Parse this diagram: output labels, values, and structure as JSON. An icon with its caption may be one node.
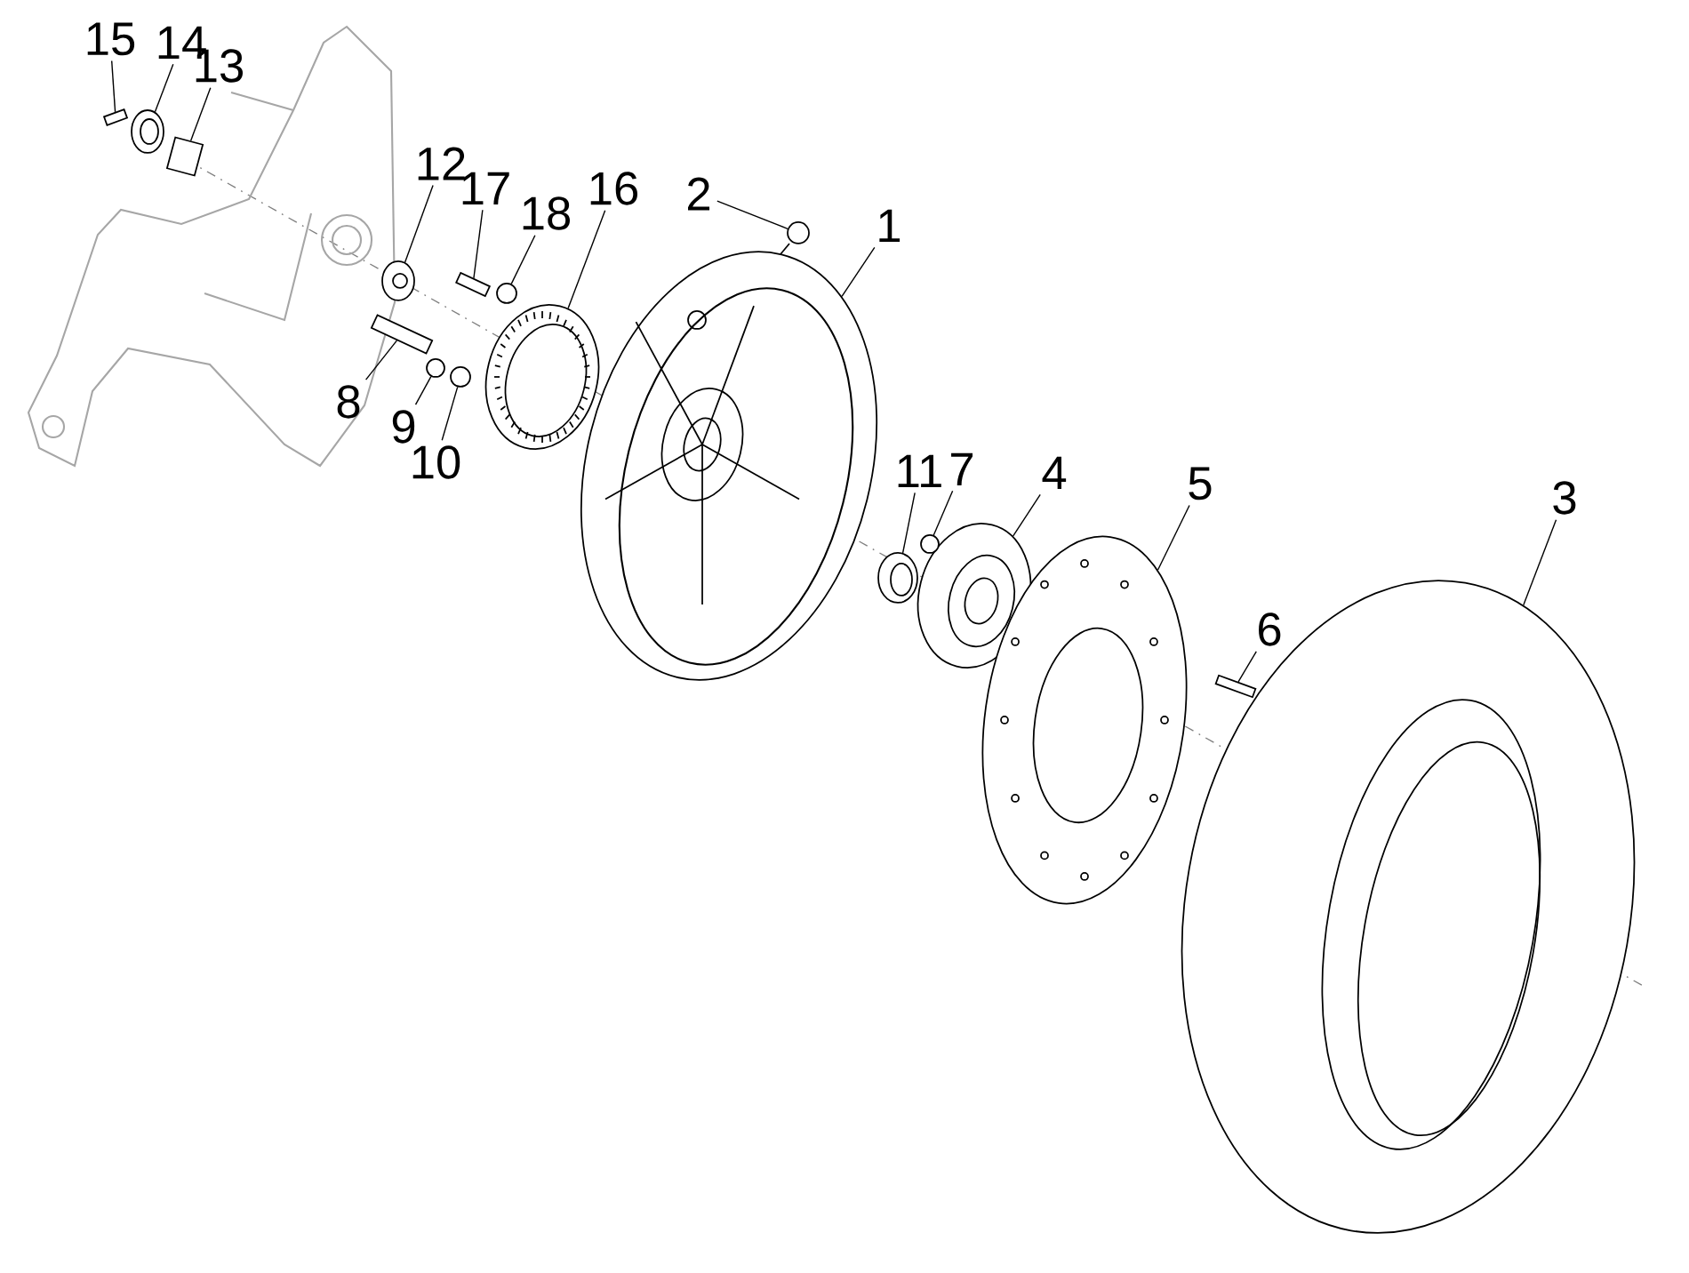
{
  "diagram": {
    "nodes": [
      {
        "text": [
          "1"
        ]
      },
      {
        "text": [
          "2"
        ]
      },
      {
        "text": [
          "3"
        ]
      },
      {
        "text": [
          "4"
        ]
      },
      {
        "text": [
          "5"
        ]
      },
      {
        "text": [
          "6"
        ]
      },
      {
        "text": [
          "7"
        ]
      },
      {
        "text": [
          "8"
        ]
      },
      {
        "text": [
          "9"
        ]
      },
      {
        "text": [
          "10"
        ]
      },
      {
        "text": [
          "11"
        ]
      },
      {
        "text": [
          "12"
        ]
      },
      {
        "text": [
          "13"
        ]
      },
      {
        "text": [
          "14"
        ]
      },
      {
        "text": [
          "15"
        ]
      },
      {
        "text": [
          "16"
        ]
      },
      {
        "text": [
          "17"
        ]
      },
      {
        "text": [
          "18"
        ]
      },
      {
        "text": [],
        "shape": "picture"
      },
      {
        "text": [],
        "shape": "circle"
      },
      {
        "text": [],
        "shape": "picture"
      },
      {
        "text": [],
        "shape": "picture"
      },
      {
        "text": [],
        "shape": "picture"
      },
      {
        "text": [],
        "shape": "box"
      },
      {
        "text": [],
        "shape": "circle"
      },
      {
        "text": [],
        "shape": "picture"
      },
      {
        "text": [],
        "shape": "circle"
      },
      {
        "text": [],
        "shape": "circle"
      },
      {
        "text": [],
        "shape": "picture"
      },
      {
        "text": [],
        "shape": "picture"
      },
      {
        "text": [],
        "shape": "picture"
      },
      {
        "text": [],
        "shape": "picture"
      },
      {
        "text": [],
        "shape": "box"
      },
      {
        "text": [],
        "shape": "picture"
      },
      {
        "text": [],
        "shape": "picture"
      },
      {
        "text": [],
        "shape": "circle"
      }
    ],
    "edges": [
      {
        "from": 0,
        "to": 18,
        "arrow": "none"
      },
      {
        "from": 1,
        "to": 19,
        "arrow": "none"
      },
      {
        "from": 2,
        "to": 20,
        "arrow": "none"
      },
      {
        "from": 3,
        "to": 21,
        "arrow": "none"
      },
      {
        "from": 4,
        "to": 22,
        "arrow": "none"
      },
      {
        "from": 5,
        "to": 23,
        "arrow": "none"
      },
      {
        "from": 6,
        "to": 24,
        "arrow": "none"
      },
      {
        "from": 7,
        "to": 25,
        "arrow": "none"
      },
      {
        "from": 8,
        "to": 26,
        "arrow": "none"
      },
      {
        "from": 9,
        "to": 27,
        "arrow": "none"
      },
      {
        "from": 10,
        "to": 28,
        "arrow": "none"
      },
      {
        "from": 11,
        "to": 29,
        "arrow": "none"
      },
      {
        "from": 12,
        "to": 30,
        "arrow": "none"
      },
      {
        "from": 13,
        "to": 31,
        "arrow": "none"
      },
      {
        "from": 14,
        "to": 32,
        "arrow": "none"
      },
      {
        "from": 15,
        "to": 33,
        "arrow": "none"
      },
      {
        "from": 16,
        "to": 34,
        "arrow": "none"
      },
      {
        "from": 17,
        "to": 35,
        "arrow": "none"
      }
    ]
  }
}
